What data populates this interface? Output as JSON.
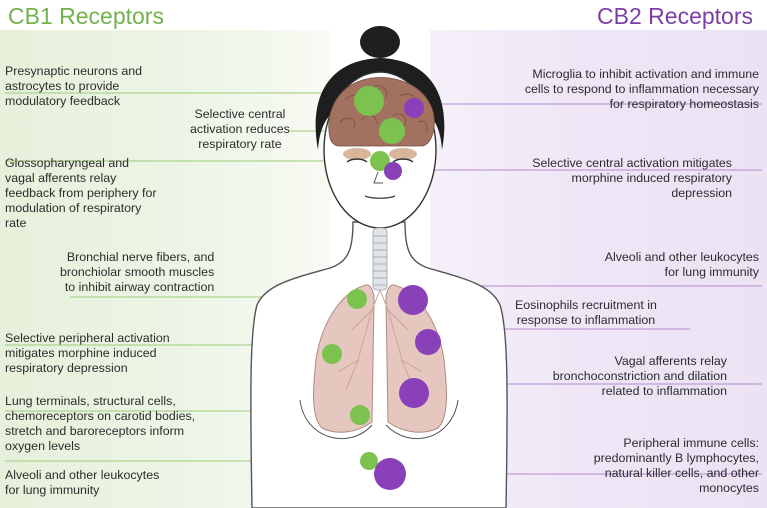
{
  "titles": {
    "cb1": "CB1 Receptors",
    "cb2": "CB2 Receptors"
  },
  "colors": {
    "cb1": "#7cc24e",
    "cb2": "#8a40b8",
    "cb1_title": "#72b24a",
    "cb2_title": "#7b3ea6"
  },
  "cb1_labels": [
    {
      "lines": [
        "Presynaptic neurons and",
        "astrocytes to provide",
        "modulatory feedback"
      ]
    },
    {
      "lines": [
        "Selective central",
        "activation reduces",
        "respiratory rate"
      ]
    },
    {
      "lines": [
        "Glossopharyngeal and",
        "vagal afferents relay",
        "feedback  from periphery for",
        "modulation of respiratory",
        "rate"
      ]
    },
    {
      "lines": [
        "Bronchial nerve fibers, and",
        "bronchiolar smooth muscles",
        "to inhibit airway contraction"
      ]
    },
    {
      "lines": [
        "Selective peripheral activation",
        "mitigates morphine induced",
        "respiratory depression"
      ]
    },
    {
      "lines": [
        "Lung terminals, structural cells,",
        "chemoreceptors on carotid bodies,",
        "stretch and baroreceptors inform",
        "oxygen levels"
      ]
    },
    {
      "lines": [
        "Alveoli and other leukocytes",
        "for lung immunity"
      ]
    }
  ],
  "cb2_labels": [
    {
      "lines": [
        "Microglia to inhibit activation and immune",
        "cells to respond to inflammation necessary",
        "for respiratory homeostasis"
      ]
    },
    {
      "lines": [
        "Selective central activation mitigates",
        "morphine induced respiratory",
        "depression"
      ]
    },
    {
      "lines": [
        "Alveoli and other leukocytes",
        "for lung immunity"
      ]
    },
    {
      "lines": [
        "Eosinophils recruitment in",
        "response to inflammation"
      ]
    },
    {
      "lines": [
        "Vagal afferents relay",
        "bronchoconstriction and dilation",
        "related to inflammation"
      ]
    },
    {
      "lines": [
        "Peripheral immune cells:",
        "predominantly B lymphocytes,",
        "natural killer cells, and other",
        "monocytes"
      ]
    }
  ]
}
